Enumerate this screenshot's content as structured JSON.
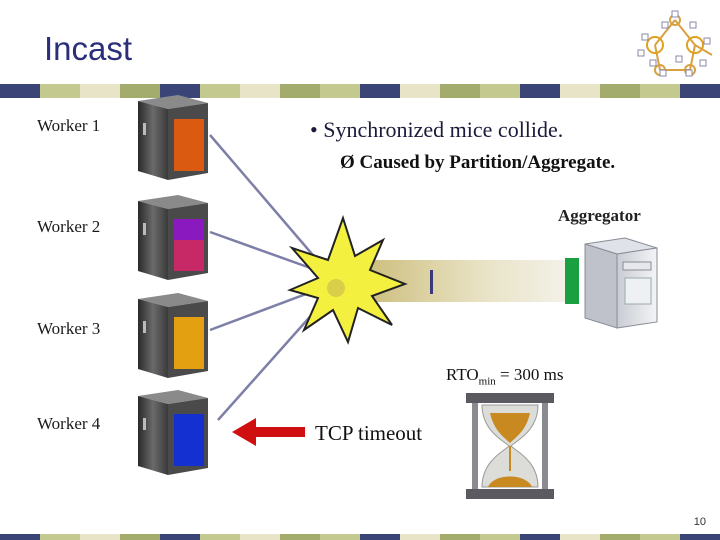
{
  "slide": {
    "title": "Incast",
    "page_number": "10"
  },
  "workers": [
    {
      "label": "Worker 1",
      "disk_color": "#d95a10"
    },
    {
      "label": "Worker 2",
      "disk_color": "#8a1ac0"
    },
    {
      "label": "Worker 3",
      "disk_color": "#e3a010"
    },
    {
      "label": "Worker 4",
      "disk_color": "#1530d0"
    }
  ],
  "bullets": {
    "main": "• Synchronized mice collide.",
    "sub": "Ø Caused by Partition/Aggregate."
  },
  "aggregator": {
    "label": "Aggregator"
  },
  "rto": {
    "prefix": "RTO",
    "subscript": "min",
    "suffix": " = 300 ms"
  },
  "timeout": {
    "label": "TCP timeout"
  },
  "colors": {
    "title": "#2b2f7a",
    "link_lines": "#7d7fa8",
    "arrow": "#d01010",
    "collision_fill": "#f4f040",
    "top_bar": [
      "#a3ab6d",
      "#e8e4c8",
      "#c3c98f",
      "#3b4476",
      "#e8e4c8",
      "#a3ab6d",
      "#c3c98f",
      "#3b4476"
    ]
  }
}
